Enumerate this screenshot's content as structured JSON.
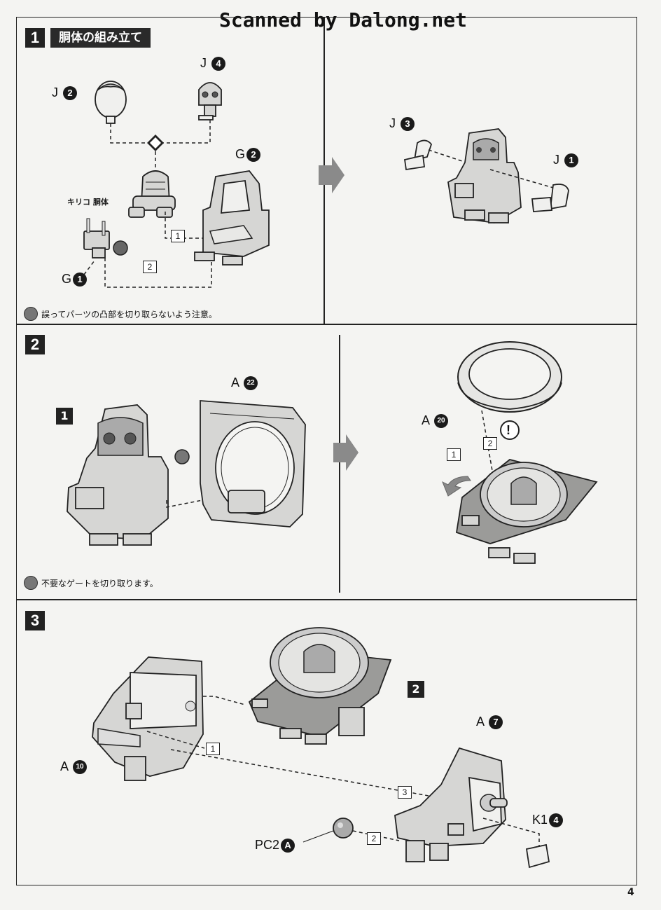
{
  "scan_credit": "Scanned by Dalong.net",
  "step1": {
    "number": "1",
    "title": "胴体の組み立て",
    "labels": {
      "j2": {
        "letter": "J",
        "num": "2"
      },
      "j4": {
        "letter": "J",
        "num": "4"
      },
      "g2": {
        "letter": "G",
        "num": "2"
      },
      "g1": {
        "letter": "G",
        "num": "1"
      },
      "j3": {
        "letter": "J",
        "num": "3"
      },
      "j1": {
        "letter": "J",
        "num": "1"
      }
    },
    "kiriko_label": "キリコ 胴体",
    "seq": [
      "1",
      "2"
    ],
    "note": "誤ってパーツの凸部を切り取らないよう注意。"
  },
  "step2": {
    "number": "2",
    "ref": "1",
    "labels": {
      "a22": {
        "letter": "A",
        "num": "22"
      },
      "a20": {
        "letter": "A",
        "num": "20"
      }
    },
    "seq": [
      "1",
      "2"
    ],
    "warning": "!",
    "note": "不要なゲートを切り取ります。"
  },
  "step3": {
    "number": "3",
    "ref": "2",
    "labels": {
      "a10": {
        "letter": "A",
        "num": "10"
      },
      "a7": {
        "letter": "A",
        "num": "7"
      },
      "k14": {
        "letter": "K1",
        "num": "4"
      },
      "pc2a": {
        "letter": "PC2",
        "num": "A"
      }
    },
    "seq": [
      "1",
      "2",
      "3"
    ]
  },
  "page_number": "4"
}
